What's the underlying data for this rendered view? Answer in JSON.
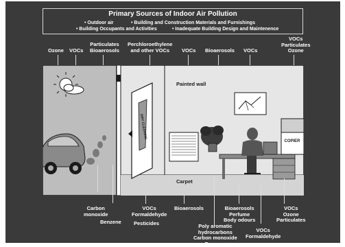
{
  "header": {
    "title": "Primary Sources of Indoor Air Pollution",
    "sources": [
      "Outdoor air",
      "Building and Construction Materials and Furnishings",
      "Building Occupants and Activities",
      "Inadequate Building Design and Maintenence"
    ]
  },
  "top_labels": {
    "ozone": "Ozone",
    "vocs_left": "VOCs",
    "particulates_bioaerosols": [
      "Particulates",
      "Bioaerosols"
    ],
    "perchloroethylene": [
      "Perchloroethylene",
      "and other VOCs"
    ],
    "vocs_mid": "VOCs",
    "bioaerosols_mid": "Bioaerosols",
    "vocs_right": "VOCs",
    "copier_emissions": [
      "VOCs",
      "Particulates",
      "Ozone"
    ]
  },
  "scene_labels": {
    "painted_wall": "Painted wall",
    "carpet": "Carpet",
    "copier": "COPIER",
    "dry_cleaning_tag": "DRY CLEANING"
  },
  "bottom_labels": {
    "carbon_monoxide": [
      "Carbon",
      "monoxide"
    ],
    "benzene": "Benzene",
    "vocs_formaldehyde": [
      "VOCs",
      "Formaldehyde"
    ],
    "pesticides": "Pesticides",
    "bioaerosols_bottom": "Bioaerosols",
    "occupant_emissions": [
      "Bioaerosols",
      "Perfume",
      "Body odours"
    ],
    "combustion_products": [
      "Poly aromatic",
      "hydrocarbons",
      "Carbon monoxide",
      "Benzene"
    ],
    "vocs_ozone_particulates": [
      "VOCs",
      "Ozone",
      "Particulates"
    ],
    "vocs_formaldehyde_desk": [
      "VOCs",
      "Formaldehyde"
    ]
  },
  "colors": {
    "background": "#3a3a3a",
    "text": "#ffffff",
    "diagram_fill": "#e4e4e4",
    "outdoor_fill": "#bdbdbd",
    "outline": "#1a1a1a"
  }
}
